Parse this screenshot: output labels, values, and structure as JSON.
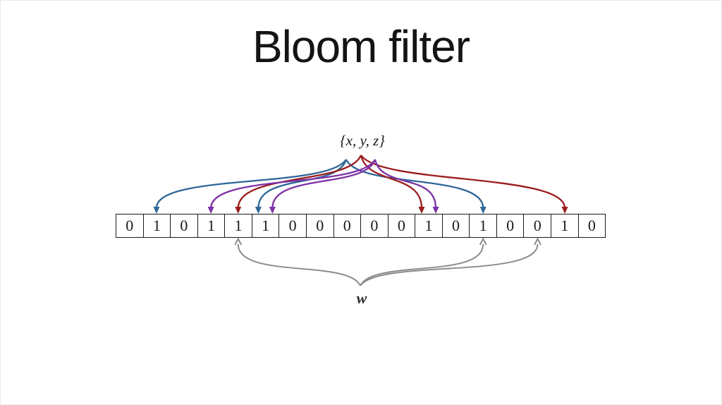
{
  "page": {
    "title": "Bloom filter"
  },
  "diagram": {
    "set_label": "{x, y, z}",
    "query_label": "w",
    "bit_array": [
      0,
      1,
      0,
      1,
      1,
      1,
      0,
      0,
      0,
      0,
      0,
      1,
      0,
      1,
      0,
      0,
      1,
      0
    ],
    "hash_arrows": [
      {
        "element": "x",
        "color": "#2e6698",
        "cells": [
          1,
          5,
          13
        ]
      },
      {
        "element": "y",
        "color": "#9b1c1c",
        "cells": [
          4,
          11,
          16
        ]
      },
      {
        "element": "z",
        "color": "#7d31a5",
        "cells": [
          3,
          5,
          11
        ]
      }
    ],
    "query_arrows": {
      "element": "w",
      "color": "#8c8c8c",
      "cells": [
        4,
        13,
        15
      ]
    },
    "colors": {
      "cell_border": "#1a1a1a",
      "text": "#1a1a1a",
      "frame": "#e9e9e9"
    }
  }
}
